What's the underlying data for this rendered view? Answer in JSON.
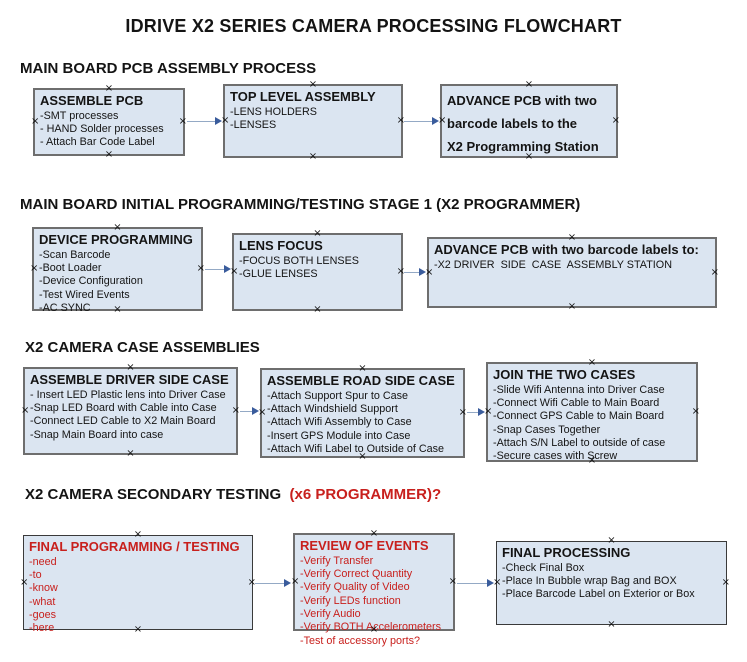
{
  "title": "IDRIVE X2  SERIES CAMERA PROCESSING FLOWCHART",
  "colors": {
    "box_fill": "#dbe5f1",
    "box_border": "#6e6e6e",
    "accent_red": "#c8201d",
    "arrow_line": "#94a9c5",
    "arrow_head": "#3a5c9c"
  },
  "glyphs": {
    "connection_x": "×"
  },
  "sections": [
    {
      "header": "MAIN BOARD PCB ASSEMBLY PROCESS",
      "boxes": [
        {
          "title": "ASSEMBLE PCB",
          "items": [
            "-SMT processes",
            "- HAND Solder processes",
            "- Attach Bar Code Label"
          ]
        },
        {
          "title": "TOP LEVEL ASSEMBLY",
          "items": [
            "-LENS HOLDERS",
            "-LENSES"
          ]
        },
        {
          "body_bold": "ADVANCE PCB with two\nbarcode labels to the\n X2 Programming Station"
        }
      ]
    },
    {
      "header": "MAIN BOARD INITIAL PROGRAMMING/TESTING STAGE 1 (X2 PROGRAMMER)",
      "boxes": [
        {
          "title": "DEVICE PROGRAMMING",
          "items": [
            "-Scan Barcode",
            "-Boot Loader",
            "-Device Configuration",
            "-Test Wired Events",
            "-AC SYNC"
          ]
        },
        {
          "title": "LENS FOCUS",
          "items": [
            "-FOCUS BOTH LENSES",
            "-GLUE LENSES"
          ]
        },
        {
          "title": "ADVANCE PCB with two barcode labels to:",
          "items": [
            "-X2 DRIVER  SIDE  CASE  ASSEMBLY STATION"
          ]
        }
      ]
    },
    {
      "header": "X2 CAMERA CASE ASSEMBLIES",
      "boxes": [
        {
          "title": "ASSEMBLE DRIVER SIDE CASE",
          "items": [
            "- Insert LED Plastic lens into Driver Case",
            "-Snap LED Board with Cable into Case",
            "-Connect LED Cable to X2 Main Board",
            "-Snap Main Board into case"
          ]
        },
        {
          "title": "ASSEMBLE ROAD SIDE CASE",
          "items": [
            "-Attach Support Spur to Case",
            "-Attach Windshield Support",
            "-Attach Wifi Assembly to Case",
            "-Insert GPS Module into Case",
            "-Attach Wifi Label to Outside of Case"
          ]
        },
        {
          "title": "JOIN THE TWO CASES",
          "items": [
            "-Slide Wifi Antenna into Driver Case",
            "-Connect Wifi Cable to Main Board",
            "-Connect GPS Cable to Main Board",
            "-Snap Cases Together",
            "-Attach S/N Label to outside of case",
            "-Secure cases with Screw"
          ]
        }
      ]
    },
    {
      "header": "X2 CAMERA SECONDARY TESTING  ",
      "header_red": "(x6 PROGRAMMER)?",
      "boxes": [
        {
          "title": "FINAL PROGRAMMING / TESTING",
          "items": [
            "-need",
            "-to",
            "-know",
            "-what",
            "-goes",
            "-here"
          ]
        },
        {
          "title": "REVIEW OF EVENTS",
          "items": [
            "-Verify Transfer",
            "-Verify Correct Quantity",
            "-Verify Quality of Video",
            "-Verify LEDs function",
            "-Verify Audio",
            "-Verify BOTH Accelerometers",
            "-Test of accessory ports?"
          ]
        },
        {
          "title": "FINAL PROCESSING",
          "items": [
            "-Check Final Box",
            "-Place In Bubble wrap Bag and BOX",
            "-Place Barcode Label on Exterior or Box"
          ]
        }
      ]
    }
  ]
}
